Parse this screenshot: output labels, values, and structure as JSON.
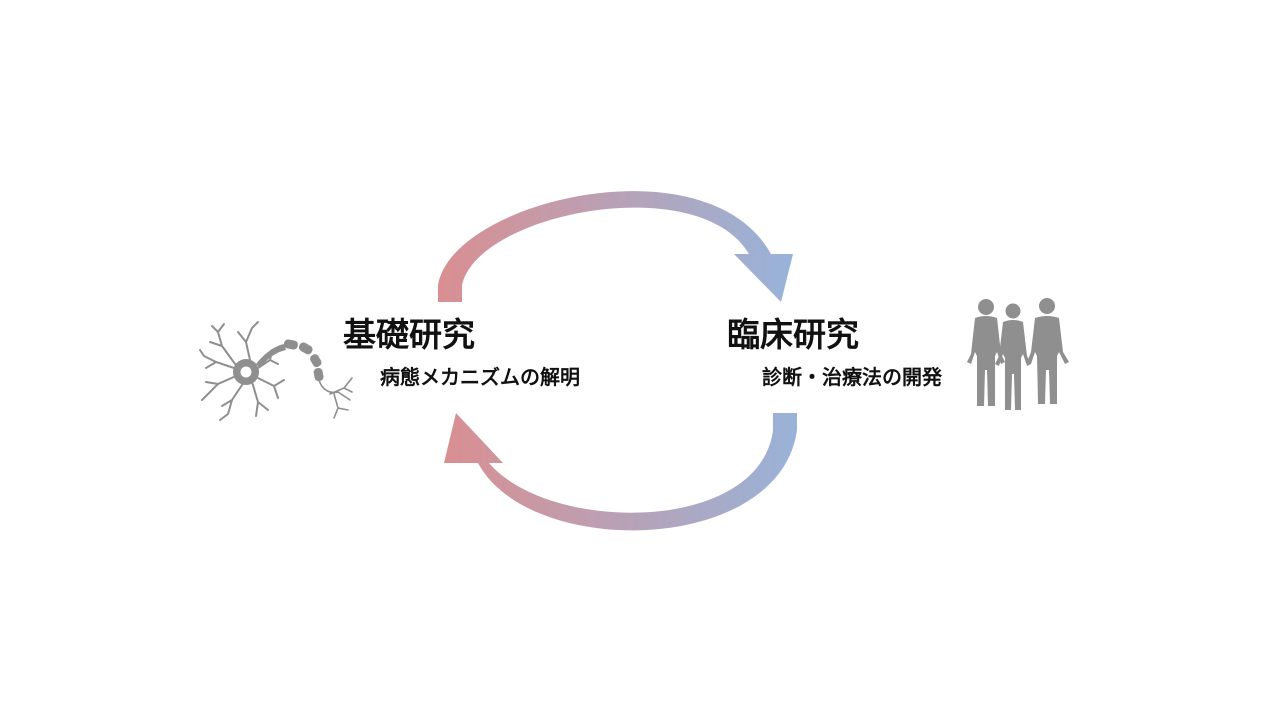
{
  "basic_research": {
    "title": "基礎研究",
    "subtitle": "病態メカニズムの解明",
    "icon": "neuron-icon"
  },
  "clinical_research": {
    "title": "臨床研究",
    "subtitle": "診断・治療法の開発",
    "icon": "human-figures-icon"
  },
  "colors": {
    "basic": "#d98f92",
    "clinical": "#98b3d9",
    "icon_gray": "#8f8f8f",
    "text": "#111111",
    "background": "#ffffff"
  }
}
